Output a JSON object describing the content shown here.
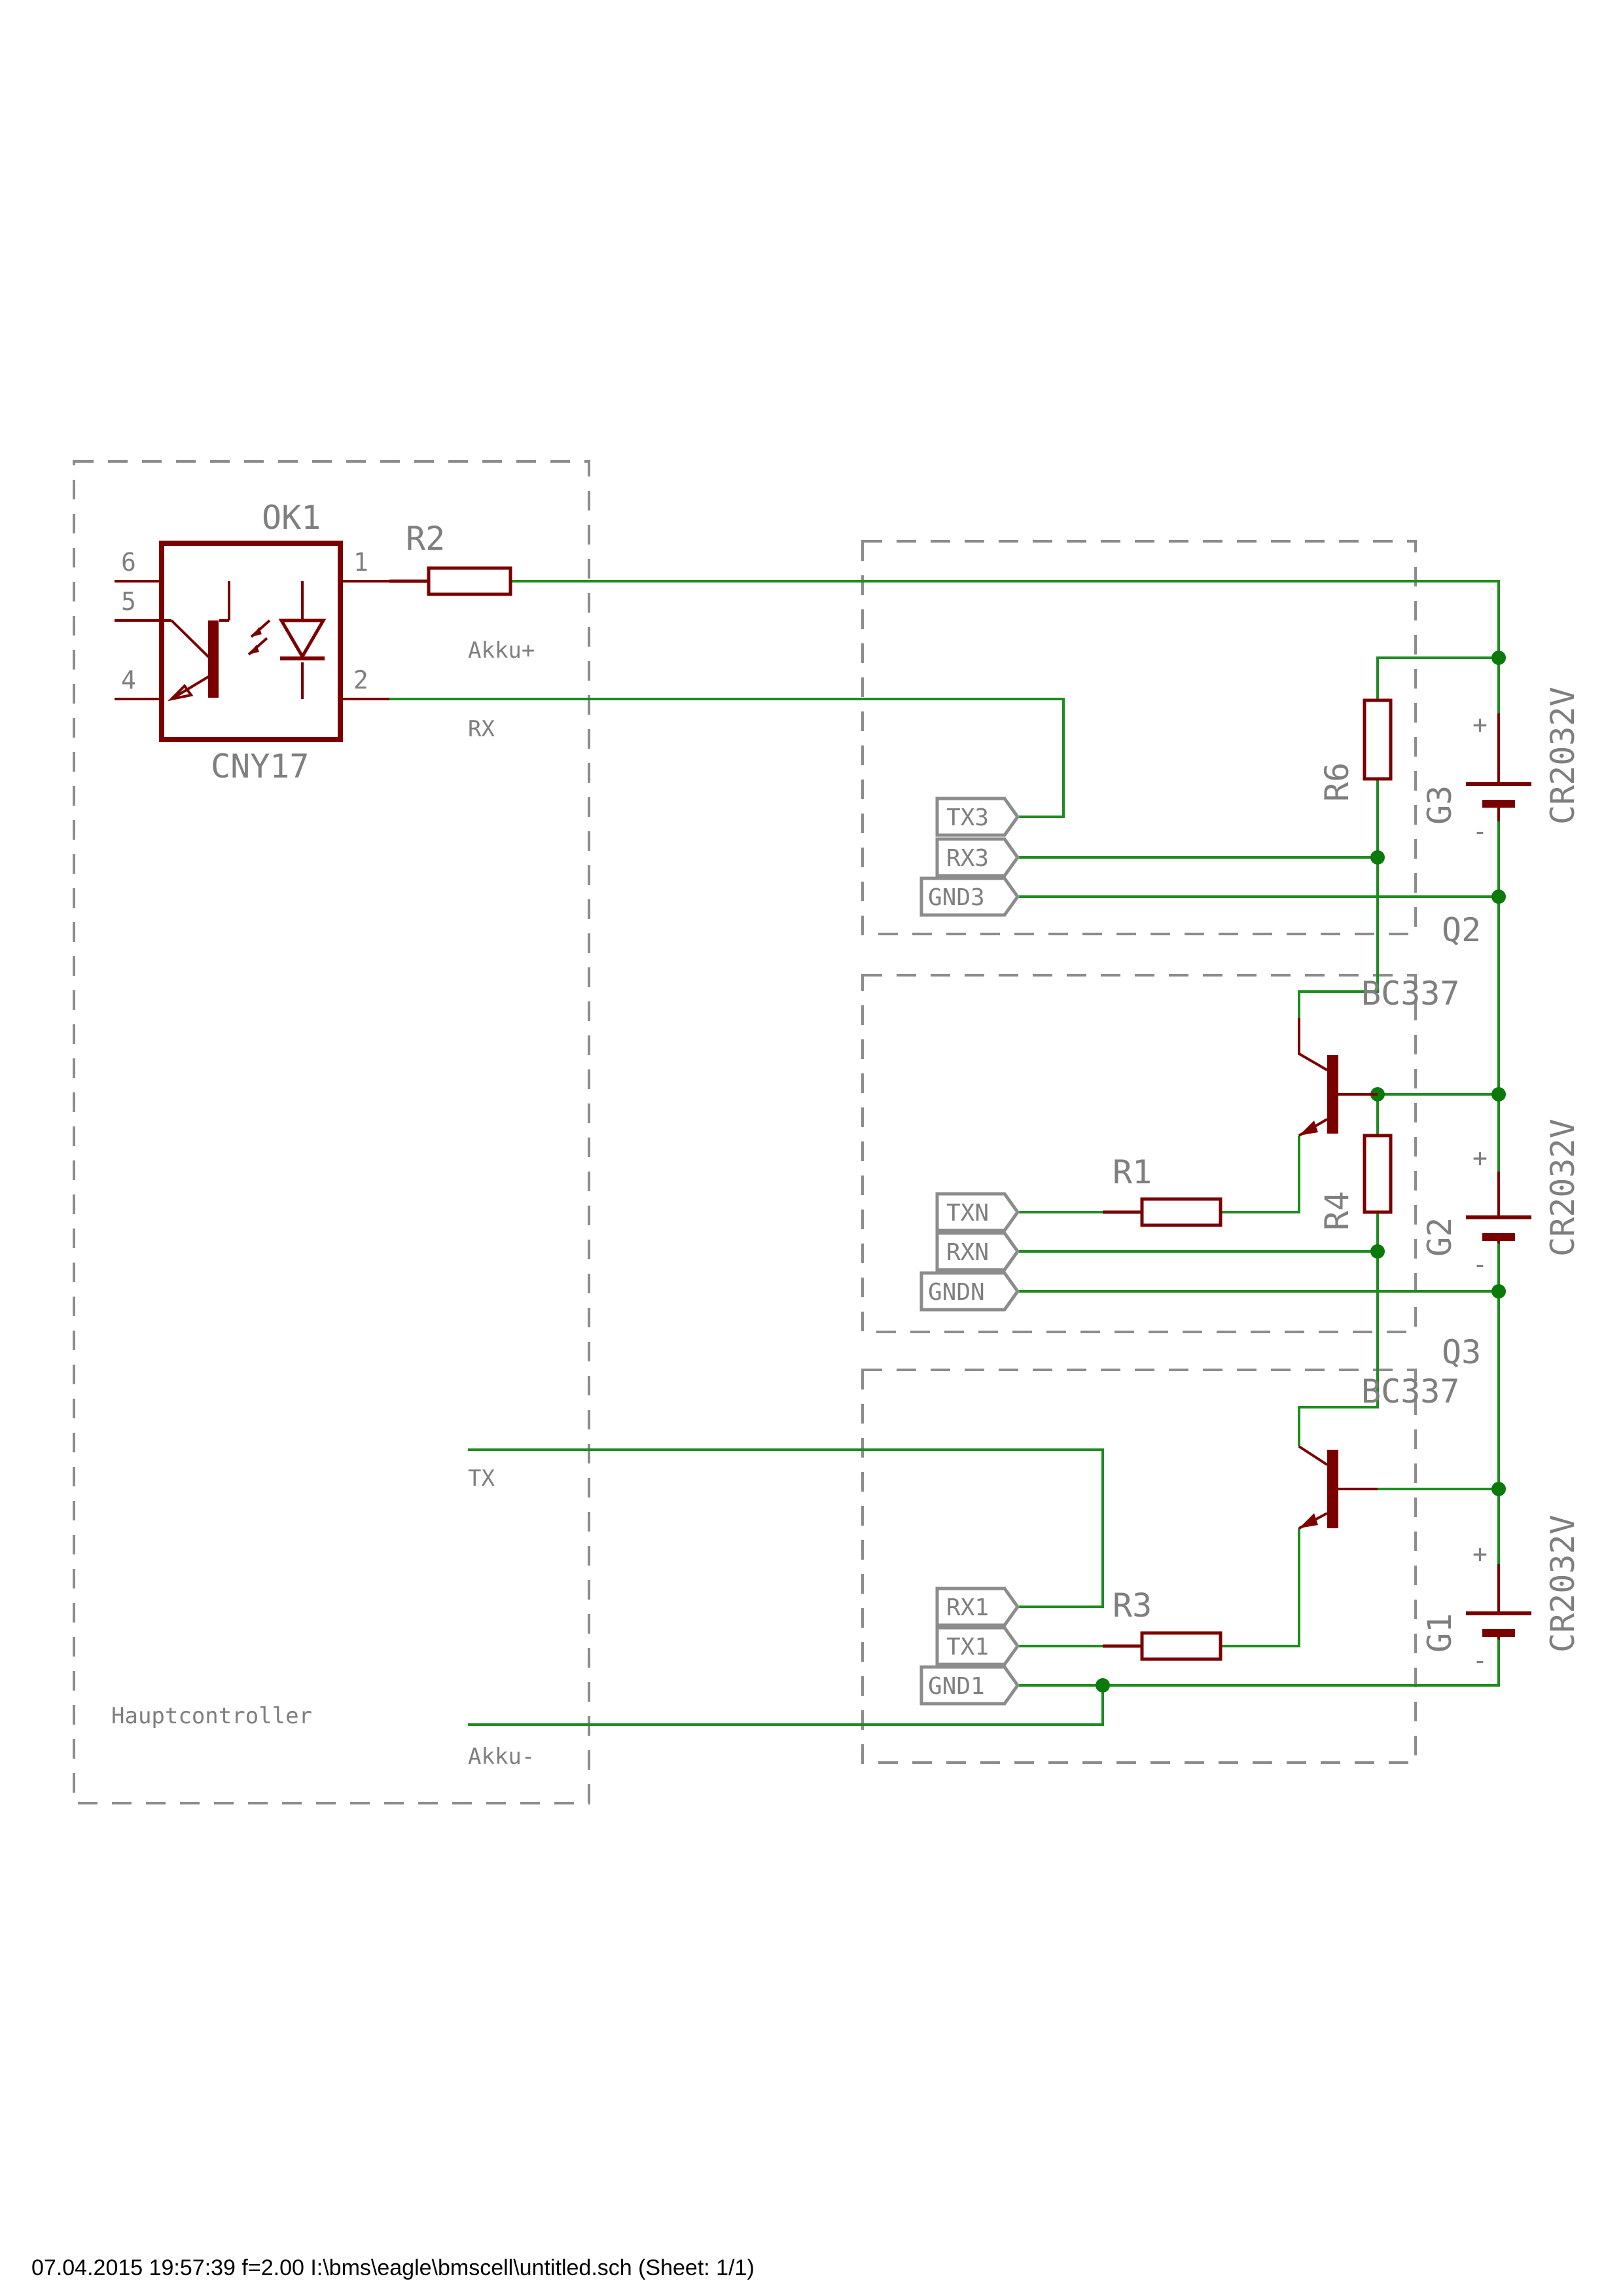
{
  "colors": {
    "wire": "#1f8c1f",
    "component": "#7a0000",
    "frame": "#8c8c8c",
    "junction": "#0b7a0b"
  },
  "labels": {
    "ok1_name": "OK1",
    "ok1_value": "CNY17",
    "pin6": "6",
    "pin5": "5",
    "pin4": "4",
    "pin1": "1",
    "pin2": "2",
    "r2": "R2",
    "r1": "R1",
    "r3": "R3",
    "r4": "R4",
    "r6": "R6",
    "q2_name": "Q2",
    "q2_value": "BC337",
    "q3_name": "Q3",
    "q3_value": "BC337",
    "g1": "G1",
    "g2": "G2",
    "g3": "G3",
    "cell_type": "CR2032V",
    "plus": "+",
    "minus": "-",
    "akku_plus": "Akku+",
    "akku_minus": "Akku-",
    "rx": "RX",
    "tx": "TX",
    "hauptcontroller": "Hauptcontroller",
    "tx3": "TX3",
    "rx3": "RX3",
    "gnd3": "GND3",
    "txn": "TXN",
    "rxn": "RXN",
    "gndn": "GNDN",
    "rx1": "RX1",
    "tx1": "TX1",
    "gnd1": "GND1"
  },
  "footer": "07.04.2015 19:57:39  f=2.00  I:\\bms\\eagle\\bmscell\\untitled.sch (Sheet: 1/1)"
}
